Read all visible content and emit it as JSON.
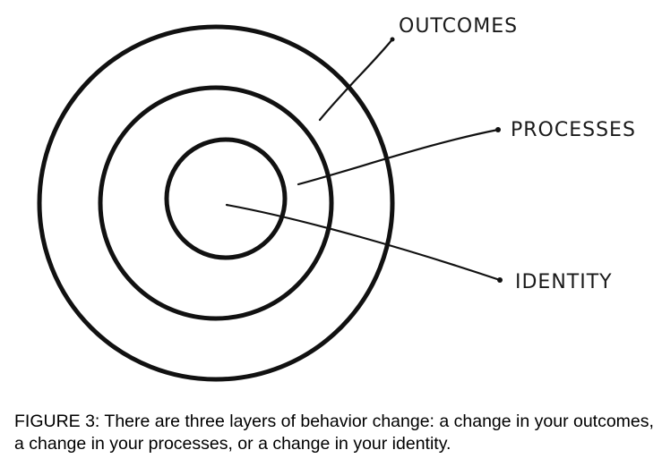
{
  "diagram": {
    "layers": [
      {
        "label": "OUTCOMES"
      },
      {
        "label": "PROCESSES"
      },
      {
        "label": "IDENTITY"
      }
    ]
  },
  "caption": {
    "text": "FIGURE 3: There are three layers of behavior change: a change in your outcomes, a change in your processes, or a change in your identity."
  }
}
